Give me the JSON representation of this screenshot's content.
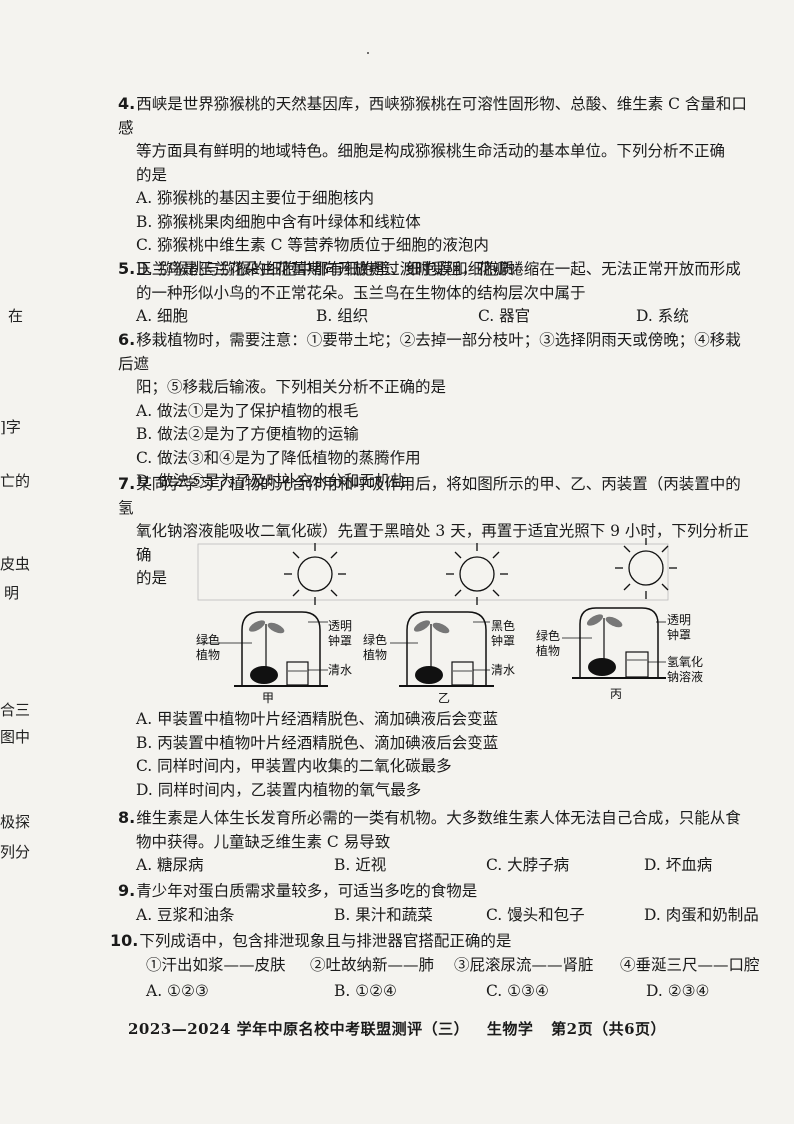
{
  "margin_fragments": [
    "在",
    "]字",
    "亡的",
    "皮虫",
    "明",
    "合三",
    "图中",
    "极探",
    "列分"
  ],
  "questions": [
    {
      "num": "4.",
      "stem_lines": [
        "西峡是世界猕猴桃的天然基因库，西峡猕猴桃在可溶性固形物、总酸、维生素 C 含量和口感",
        "等方面具有鲜明的地域特色。细胞是构成猕猴桃生命活动的基本单位。下列分析不正确",
        "的是"
      ],
      "options": [
        "A. 猕猴桃的基因主要位于细胞核内",
        "B. 猕猴桃果肉细胞中含有叶绿体和线粒体",
        "C. 猕猴桃中维生素 C 等营养物质位于细胞的液泡内",
        "D. 猕猴桃与猕猴的细胞中都有细胞壁、细胞膜和细胞质"
      ]
    },
    {
      "num": "5.",
      "stem_lines": [
        "玉兰鸟是玉兰花朵由花蕾期向开放期过渡时受阻，花瓣蜷缩在一起、无法正常开放而形成",
        "的一种形似小鸟的不正常花朵。玉兰鸟在生物体的结构层次中属于"
      ],
      "options": [
        "A. 细胞",
        "B. 组织",
        "C. 器官",
        "D. 系统"
      ]
    },
    {
      "num": "6.",
      "stem_lines": [
        "移栽植物时，需要注意：①要带土坨；②去掉一部分枝叶；③选择阴雨天或傍晚；④移栽后遮",
        "阳；⑤移栽后输液。下列相关分析不正确的是"
      ],
      "options": [
        "A. 做法①是为了保护植物的根毛",
        "B. 做法②是为了方便植物的运输",
        "C. 做法③和④是为了降低植物的蒸腾作用",
        "D. 做法⑤是为了及时补充水分和无机盐"
      ]
    },
    {
      "num": "7.",
      "stem_lines": [
        "某同学学习了植物的光合作用和呼吸作用后，将如图所示的甲、乙、丙装置（丙装置中的氢",
        "氧化钠溶液能吸收二氧化碳）先置于黑暗处 3 天，再置于适宜光照下 9 小时，下列分析正确",
        "的是"
      ],
      "options": [
        "A. 甲装置中植物叶片经酒精脱色、滴加碘液后会变蓝",
        "B. 丙装置中植物叶片经酒精脱色、滴加碘液后会变蓝",
        "C. 同样时间内，甲装置内收集的二氧化碳最多",
        "D. 同样时间内，乙装置内植物的氧气最多"
      ]
    },
    {
      "num": "8.",
      "stem_lines": [
        "维生素是人体生长发育所必需的一类有机物。大多数维生素人体无法自己合成，只能从食",
        "物中获得。儿童缺乏维生素 C 易导致"
      ],
      "options": [
        "A. 糖尿病",
        "B. 近视",
        "C. 大脖子病",
        "D. 坏血病"
      ]
    },
    {
      "num": "9.",
      "stem_lines": [
        "青少年对蛋白质需求量较多，可适当多吃的食物是"
      ],
      "options": [
        "A. 豆浆和油条",
        "B. 果汁和蔬菜",
        "C. 馒头和包子",
        "D. 肉蛋和奶制品"
      ]
    },
    {
      "num": "10.",
      "stem_lines": [
        "下列成语中，包含排泄现象且与排泄器官搭配正确的是"
      ],
      "items": [
        "①汗出如浆——皮肤",
        "②吐故纳新——肺",
        "③屁滚尿流——肾脏",
        "④垂涎三尺——口腔"
      ],
      "options": [
        "A. ①②③",
        "B. ①②④",
        "C. ①③④",
        "D. ②③④"
      ]
    }
  ],
  "figure": {
    "devices": [
      {
        "name": "甲",
        "left_label": [
          "绿色",
          "植物"
        ],
        "right_top": [
          "透明",
          "钟罩"
        ],
        "right_bottom": [
          "清水"
        ]
      },
      {
        "name": "乙",
        "left_label": [
          "绿色",
          "植物"
        ],
        "right_top": [
          "黑色",
          "钟罩"
        ],
        "right_bottom": [
          "清水"
        ]
      },
      {
        "name": "丙",
        "left_label": [
          "绿色",
          "植物"
        ],
        "right_top": [
          "透明",
          "钟罩"
        ],
        "right_bottom": [
          "氢氧化",
          "钠溶液"
        ]
      }
    ]
  },
  "footer": {
    "exam": "2023—2024 学年中原名校中考联盟测评（三）",
    "subject": "生物学",
    "page": "第2页（共6页）"
  }
}
